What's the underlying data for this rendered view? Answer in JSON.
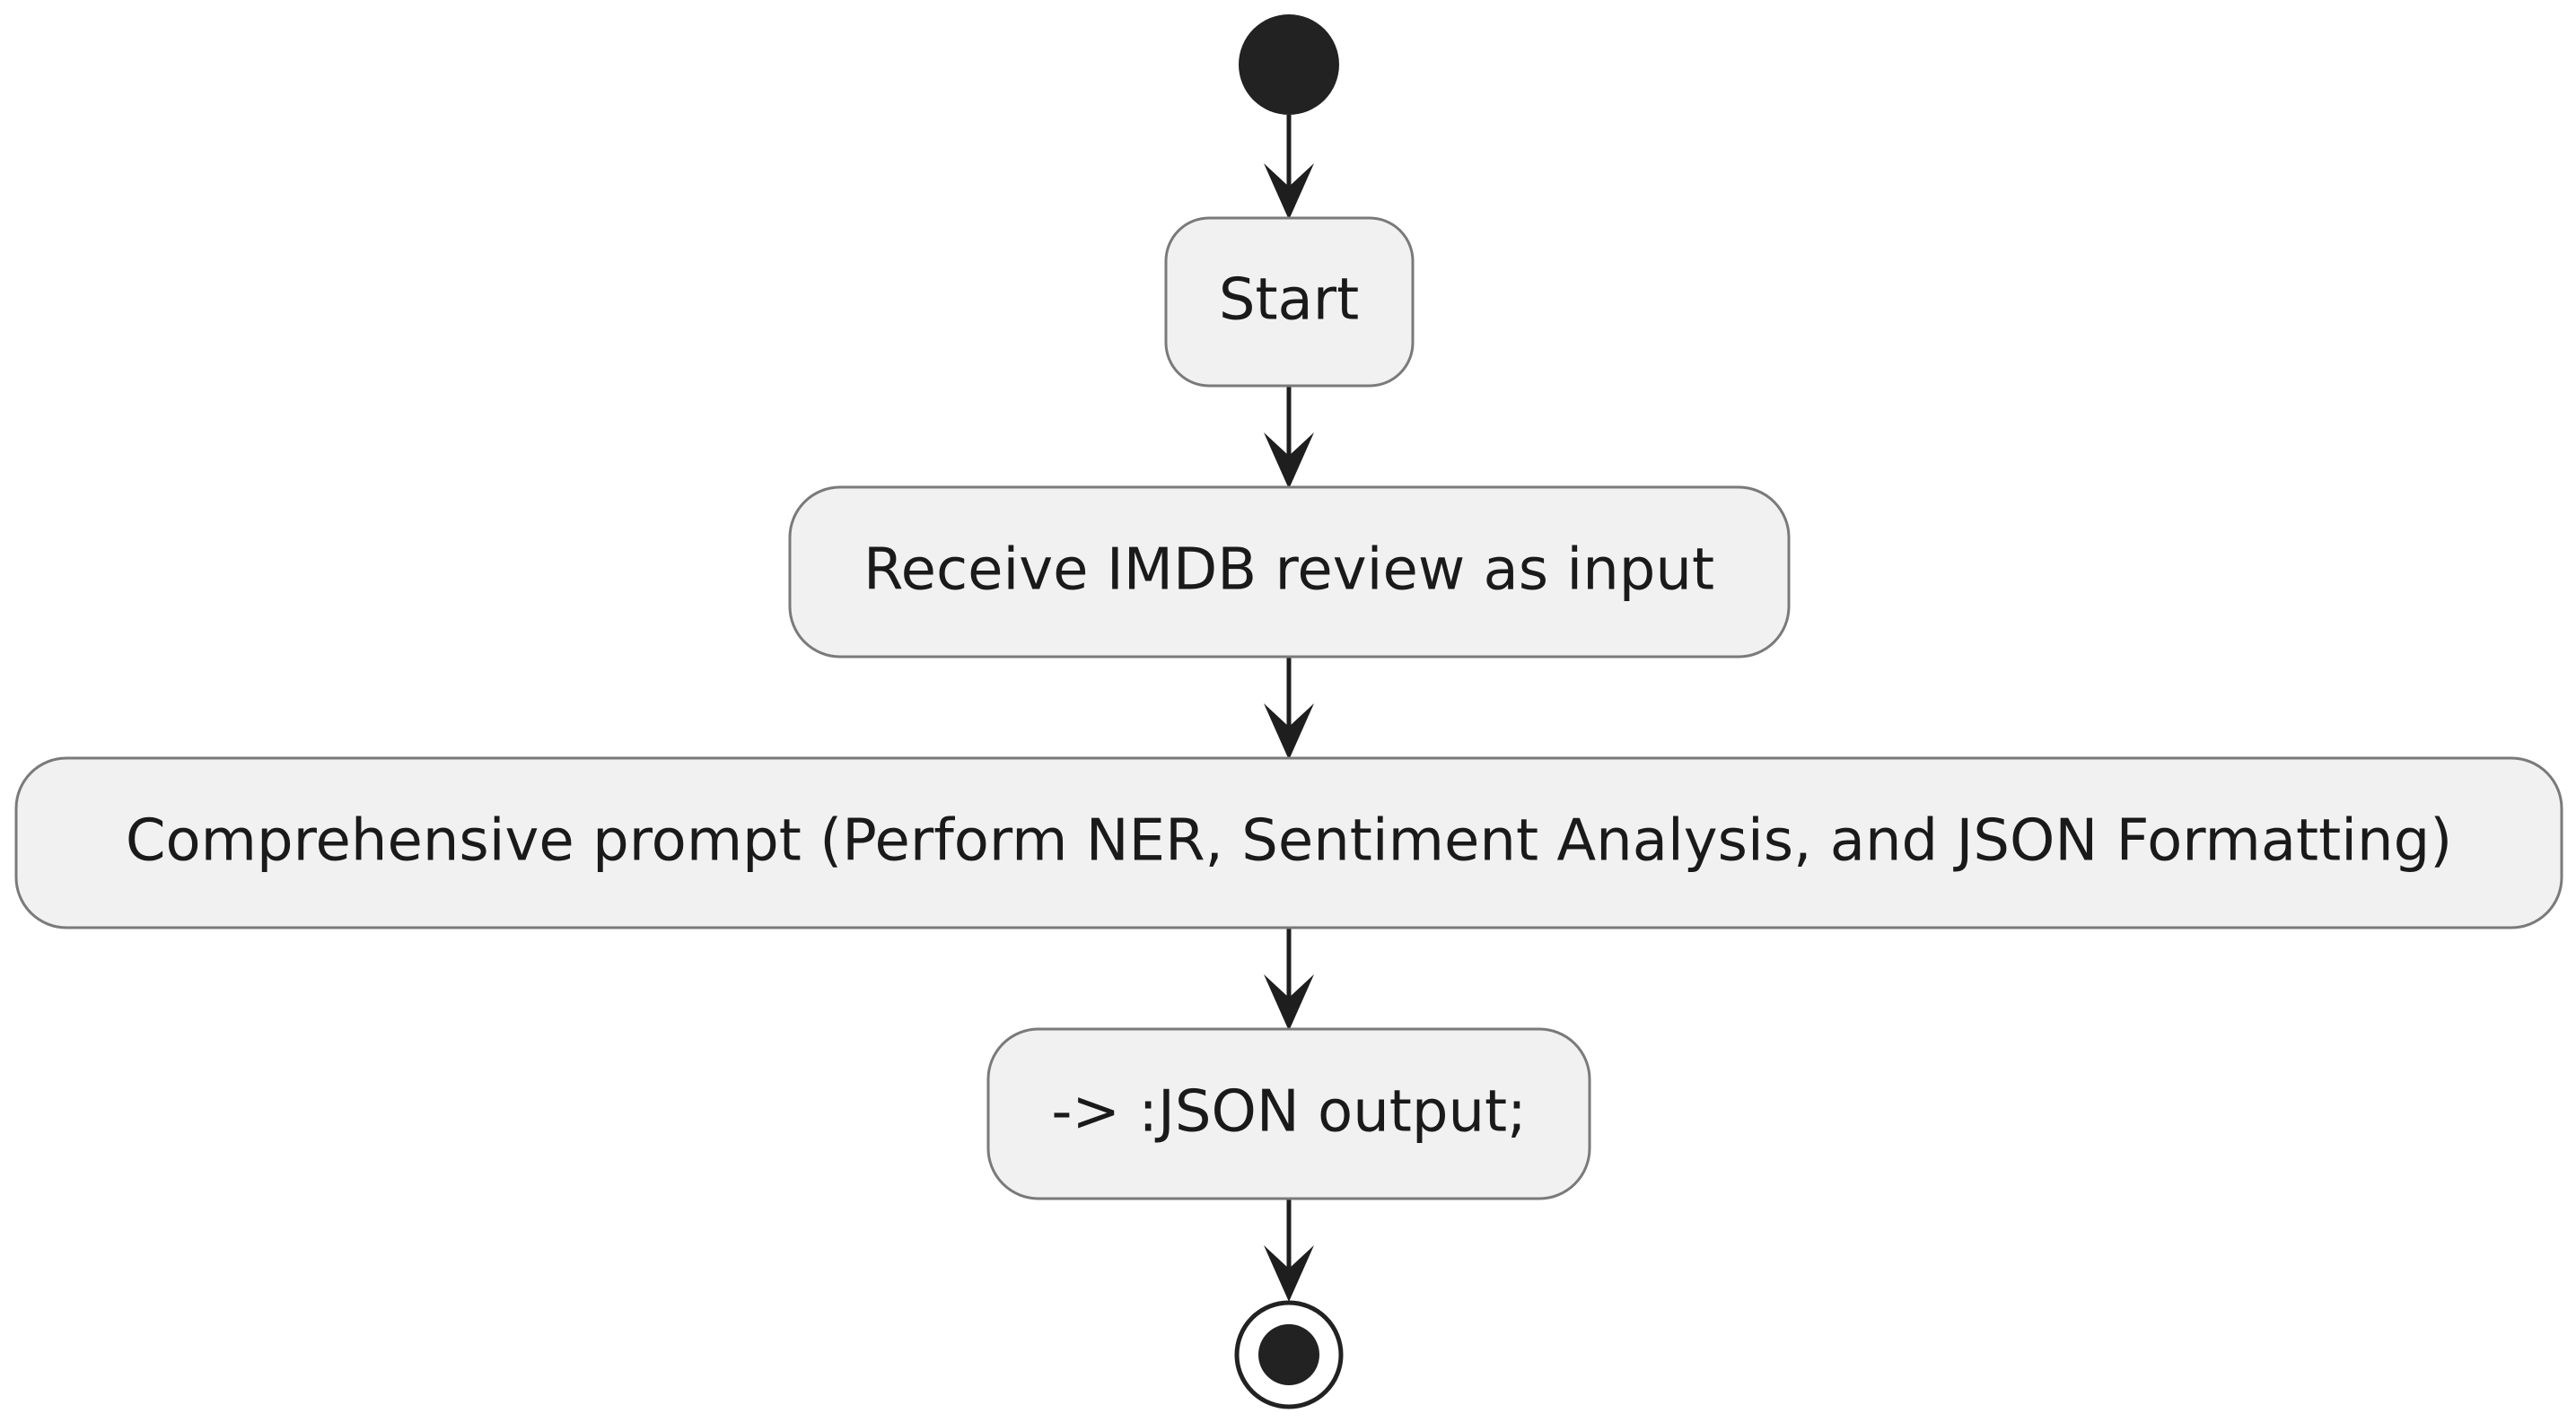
{
  "diagram": {
    "type": "activity",
    "start_node": "initial",
    "end_node": "final",
    "nodes": [
      {
        "id": "start",
        "label": "Start"
      },
      {
        "id": "receive",
        "label": "Receive IMDB review as input"
      },
      {
        "id": "prompt",
        "label": "Comprehensive prompt (Perform NER, Sentiment Analysis, and JSON Formatting)"
      },
      {
        "id": "output",
        "label": "-> :JSON output;"
      }
    ],
    "edges": [
      {
        "from": "initial",
        "to": "start"
      },
      {
        "from": "start",
        "to": "receive"
      },
      {
        "from": "receive",
        "to": "prompt"
      },
      {
        "from": "prompt",
        "to": "output"
      },
      {
        "from": "output",
        "to": "final"
      }
    ],
    "colors": {
      "node_fill": "#f1f1f1",
      "node_border": "#7a7a7a",
      "arrow": "#1e1e1e",
      "terminal": "#222222"
    }
  }
}
